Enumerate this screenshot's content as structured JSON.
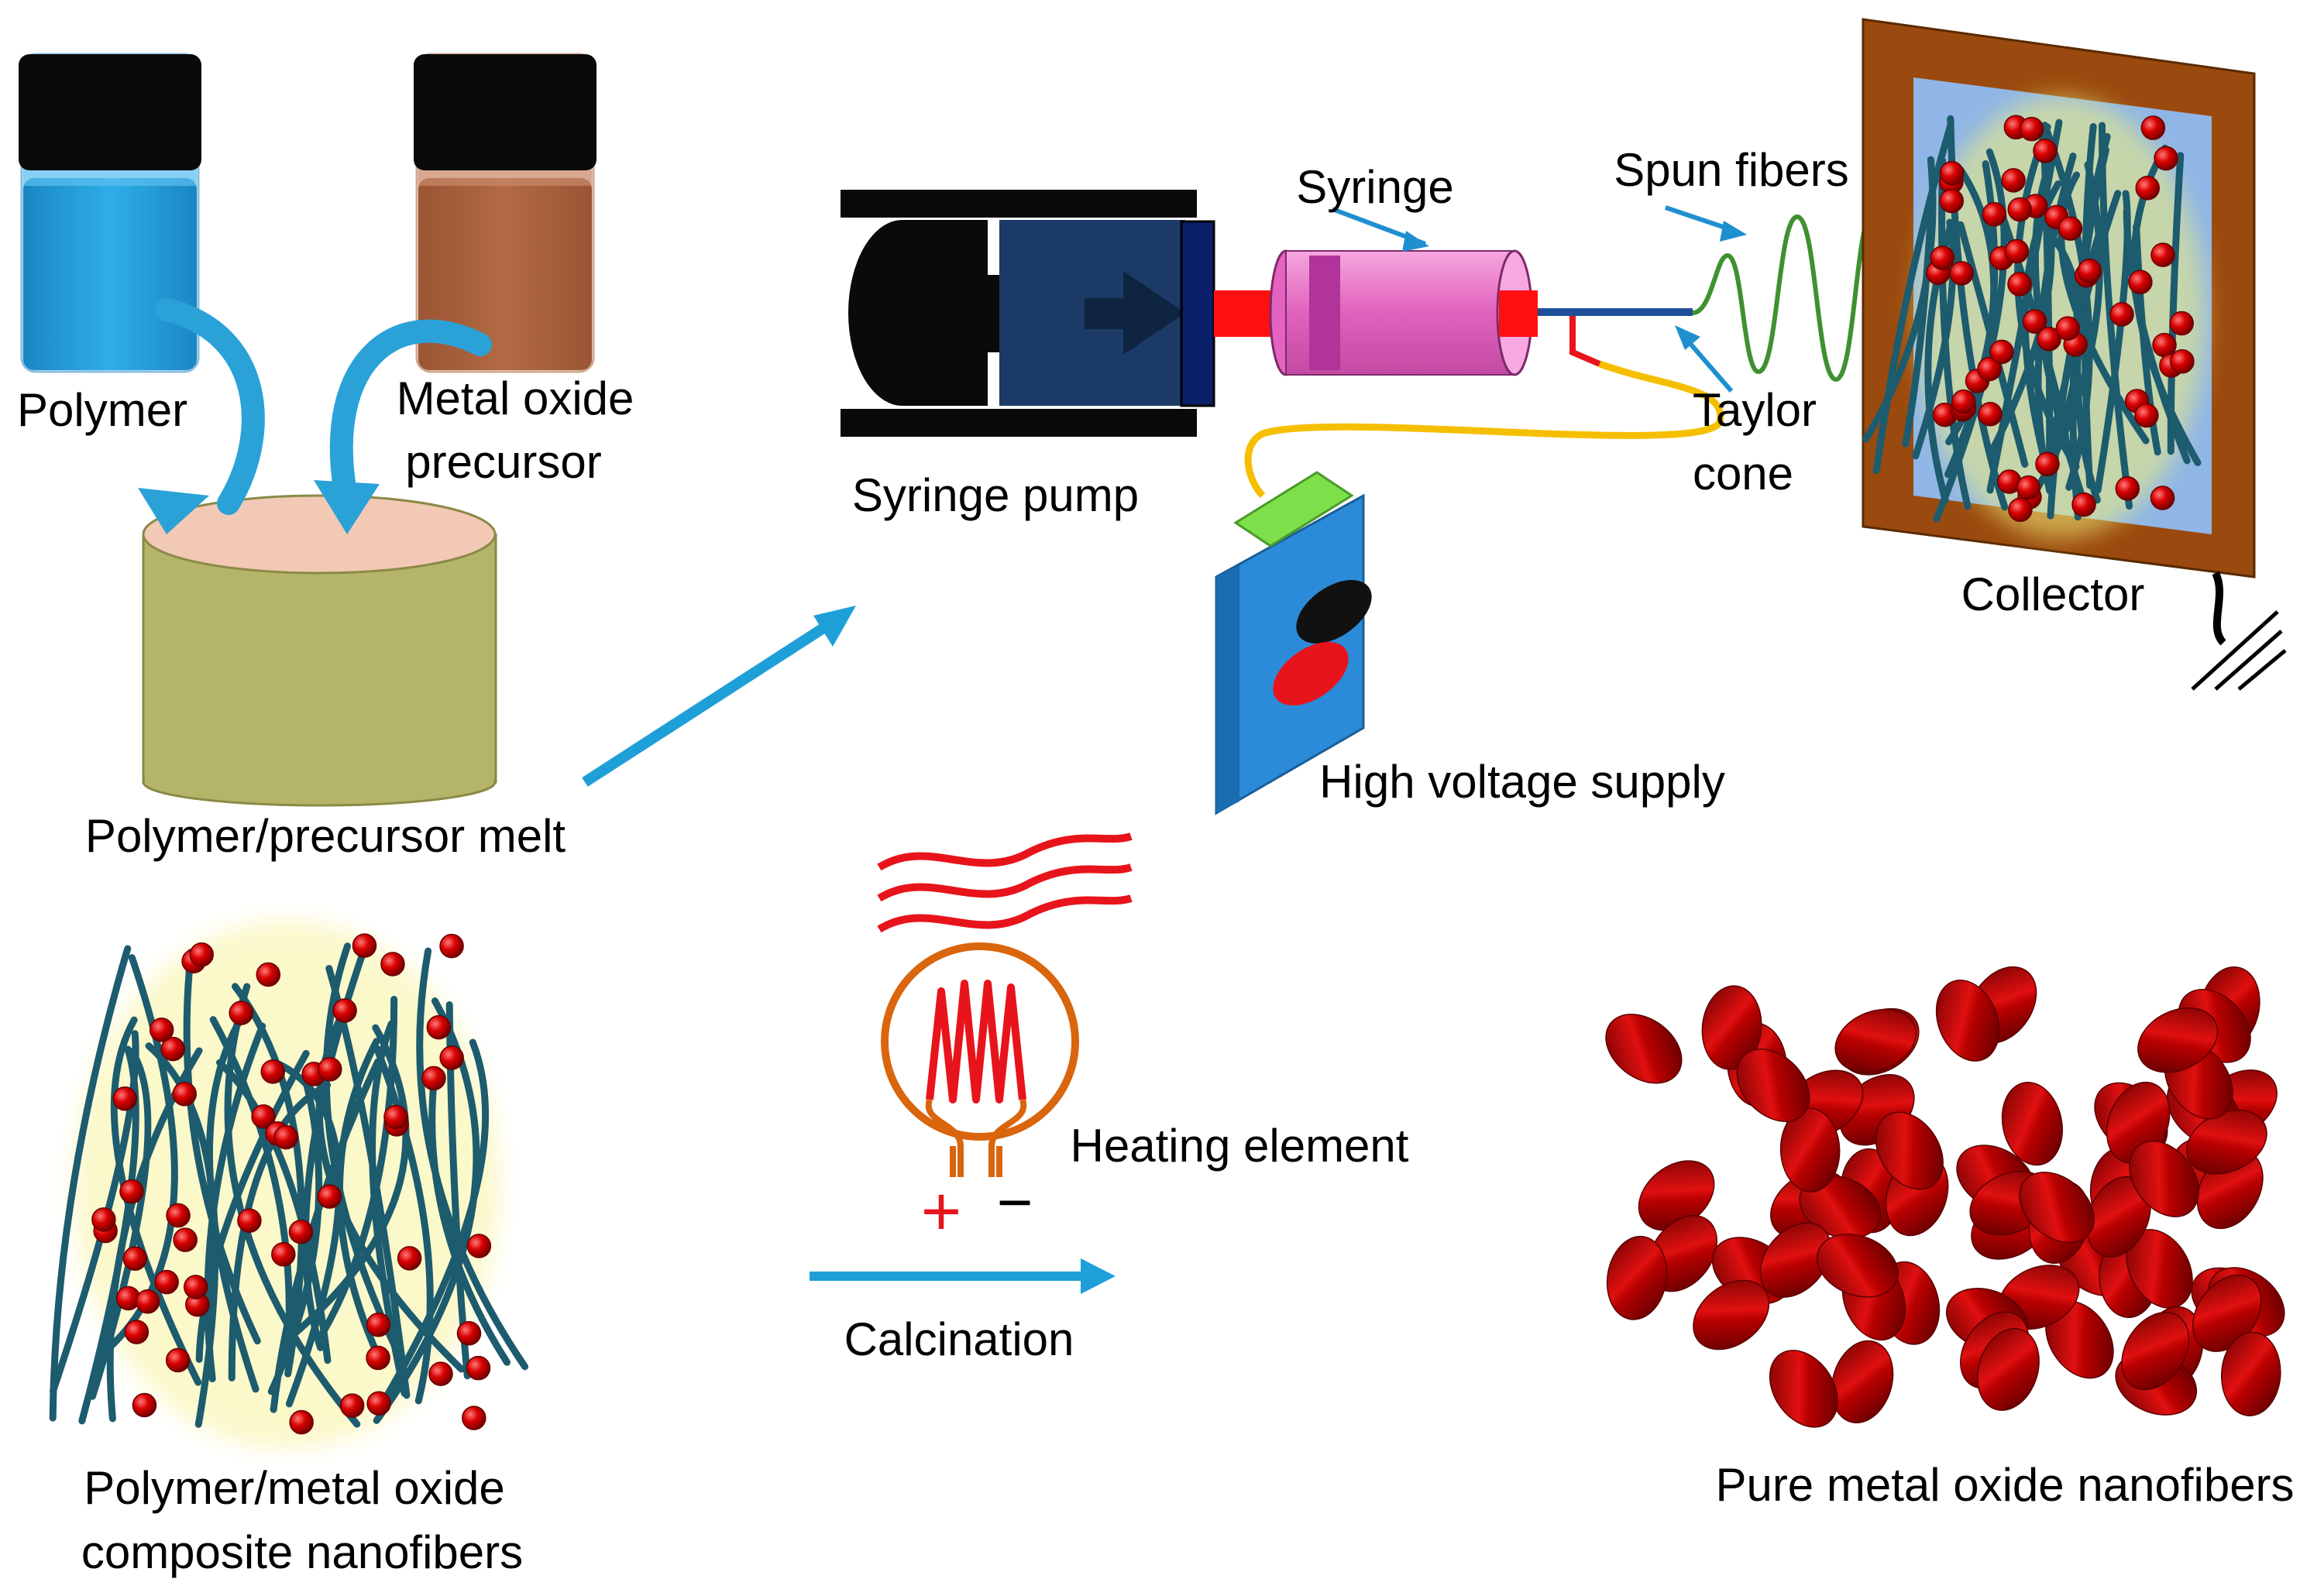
{
  "labels": {
    "polymer": "Polymer",
    "metal_oxide_1": "Metal oxide",
    "metal_oxide_2": "precursor",
    "melt": "Polymer/precursor melt",
    "syringe_pump": "Syringe pump",
    "syringe": "Syringe",
    "spun_fibers": "Spun fibers",
    "taylor_1": "Taylor",
    "taylor_2": "cone",
    "collector": "Collector",
    "hv_supply": "High voltage supply",
    "heating_element": "Heating element",
    "calcination": "Calcination",
    "composite_1": "Polymer/metal oxide",
    "composite_2": "composite nanofibers",
    "pure": "Pure metal oxide nanofibers",
    "plus": "+",
    "minus": "−"
  },
  "colors": {
    "polymer_liquid": "#1e9bd7",
    "precursor_liquid": "#a9603e",
    "melt": "#b5b56a",
    "cap": "#0a0a0a",
    "pump_navy": "#1b3b66",
    "syringe_pink": "#e26ac0",
    "collector_frame": "#9a4a0e",
    "collector_inner": "#8fb6e6",
    "hv_body": "#2b8bd8",
    "arrow_blue": "#1f9fd8",
    "fiber": "#1d5b6e",
    "bead": "#c80000",
    "heater_red": "#e8141b",
    "heater_orange": "#d9650d",
    "spun_fiber_green": "#3f9130",
    "cable_yellow": "#f5bf00"
  }
}
